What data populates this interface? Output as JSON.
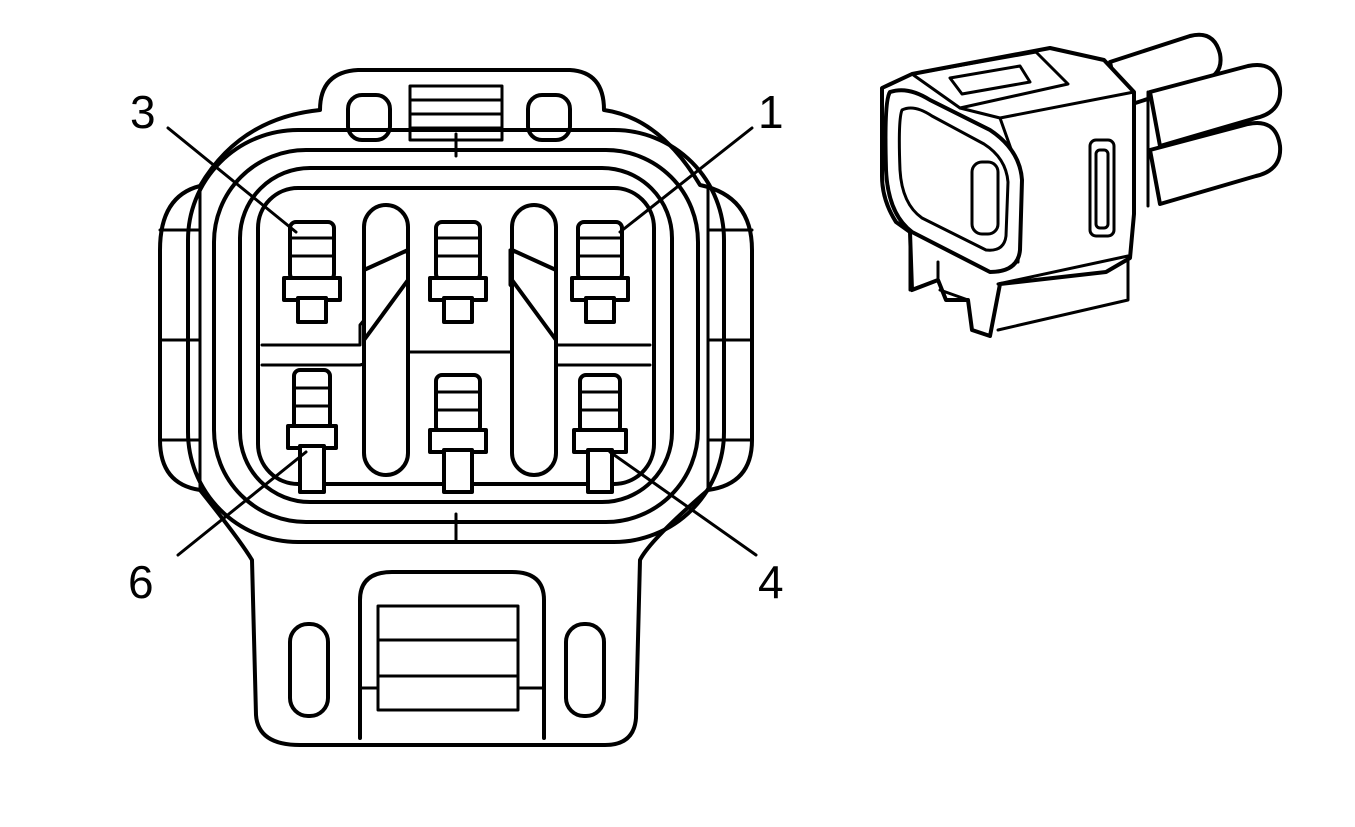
{
  "pin_callouts": {
    "pin_1": "1",
    "pin_3": "3",
    "pin_4": "4",
    "pin_6": "6"
  }
}
